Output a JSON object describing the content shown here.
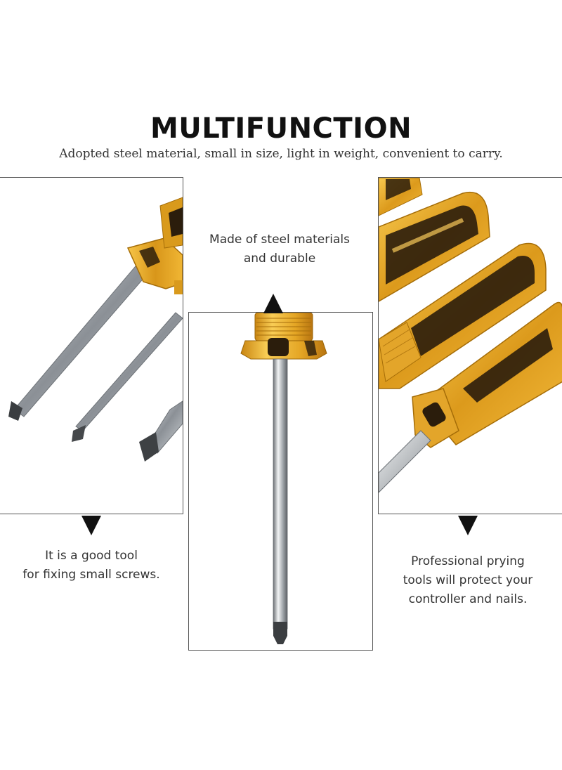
{
  "header": {
    "title": "MULTIFUNCTION",
    "subtitle": "Adopted steel material, small in size, light in weight, convenient to carry."
  },
  "captions": {
    "center": [
      "Made of steel materials",
      "and durable"
    ],
    "left": [
      "It is a good tool",
      "for fixing small screws."
    ],
    "right": [
      "Professional prying",
      "tools will protect your",
      "controller and nails."
    ]
  },
  "colors": {
    "handle_amber": "#e0a21a",
    "handle_dark": "#2b1d0c",
    "shaft_steel": "#9aa0a6",
    "border": "#555555"
  }
}
